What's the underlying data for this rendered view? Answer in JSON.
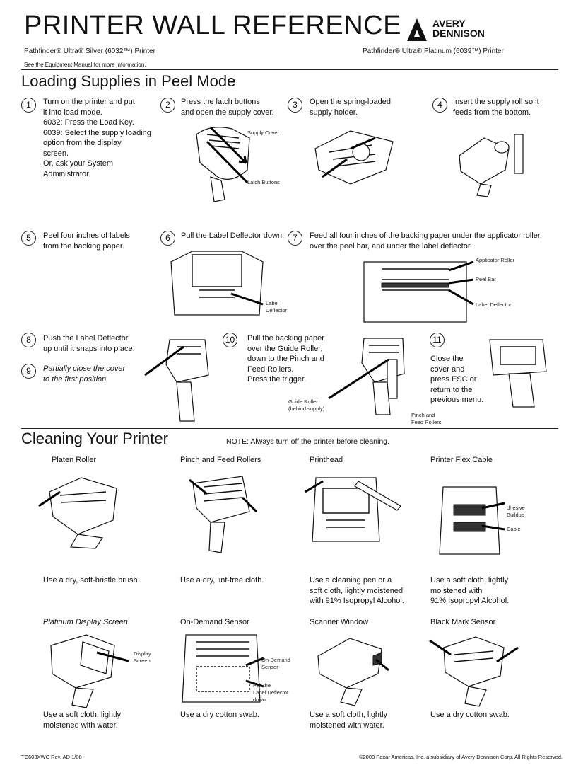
{
  "header": {
    "title": "PRINTER WALL REFERENCE",
    "brand_line1": "AVERY",
    "brand_line2": "DENNISON",
    "left_model": "Pathfinder® Ultra® Silver (6032™) Printer",
    "right_model": "Pathfinder® Ultra® Platinum (6039™) Printer",
    "see_manual": "See the Equipment Manual  for more information."
  },
  "loading": {
    "title": "Loading Supplies in Peel Mode",
    "steps": [
      {
        "num": "1",
        "text": "Turn on the printer and put\nit into load mode.\n6032: Press the Load Key.\n6039: Select the supply loading\n         option from the display\n         screen.\nOr, ask your System\nAdministrator."
      },
      {
        "num": "2",
        "text": "Press the latch buttons\nand open the supply cover."
      },
      {
        "num": "3",
        "text": "Open the spring-loaded\nsupply holder."
      },
      {
        "num": "4",
        "text": "Insert the supply roll so it\nfeeds from the bottom."
      },
      {
        "num": "5",
        "text": "Peel four inches of labels\nfrom the backing paper."
      },
      {
        "num": "6",
        "text": "Pull the Label Deflector down."
      },
      {
        "num": "7",
        "text": "Feed all four inches of the backing paper under the applicator roller,\nover the peel bar, and under the label deflector."
      },
      {
        "num": "8",
        "text": "Push the Label Deflector\nup until it snaps into place."
      },
      {
        "num": "9",
        "text": "Partially close the cover\n to the first position."
      },
      {
        "num": "10",
        "text": "Pull the backing paper\nover the Guide Roller,\ndown to the Pinch and\nFeed Rollers.\nPress the trigger."
      },
      {
        "num": "11",
        "text": "Close the\ncover and\npress ESC or\nreturn to the\nprevious menu."
      }
    ],
    "labels": {
      "supply_cover": "Supply Cover",
      "latch_buttons": "Latch Buttons",
      "label_deflector": "Label\nDeflector",
      "applicator_roller": "Applicator Roller",
      "peel_bar": "Peel Bar",
      "label_deflector_7": "Label Deflector",
      "guide_roller": "Guide Roller\n(behind supply)",
      "pinch_feed": "Pinch and\nFeed Rollers"
    }
  },
  "cleaning": {
    "title": "Cleaning Your Printer",
    "note": "NOTE: Always turn off the printer before cleaning.",
    "items": [
      {
        "title": "Platen Roller",
        "text": "Use a dry, soft-bristle brush."
      },
      {
        "title": "Pinch and Feed Rollers",
        "text": "Use a dry, lint-free cloth."
      },
      {
        "title": "Printhead",
        "text": "Use a cleaning pen or a\nsoft cloth, lightly moistened\nwith 91% Isopropyl Alcohol."
      },
      {
        "title": "Printer Flex Cable",
        "text": "Use a soft cloth, lightly\nmoistened with\n91% Isopropyl Alcohol."
      },
      {
        "title": "Platinum Display Screen",
        "text": "Use a soft cloth, lightly\nmoistened with water."
      },
      {
        "title": "On-Demand Sensor",
        "text": "Use a dry cotton swab."
      },
      {
        "title": "Scanner Window",
        "text": "Use a soft cloth, lightly\nmoistened with water."
      },
      {
        "title": "Black Mark Sensor",
        "text": "Use a dry cotton swab."
      }
    ],
    "labels": {
      "adhesive": "dhesive\nBuildup",
      "cable": "Cable",
      "display_screen": "Display\nScreen",
      "on_demand": "On-Demand\nSensor",
      "pull_deflector": "Pull the\nLabel Deflector\ndown."
    }
  },
  "footer": {
    "code": "TC603XWC  Rev. AD 1/08",
    "copyright": "©2003 Paxar Americas, Inc. a subsidiary of Avery Dennison Corp.  All Rights Reserved."
  }
}
